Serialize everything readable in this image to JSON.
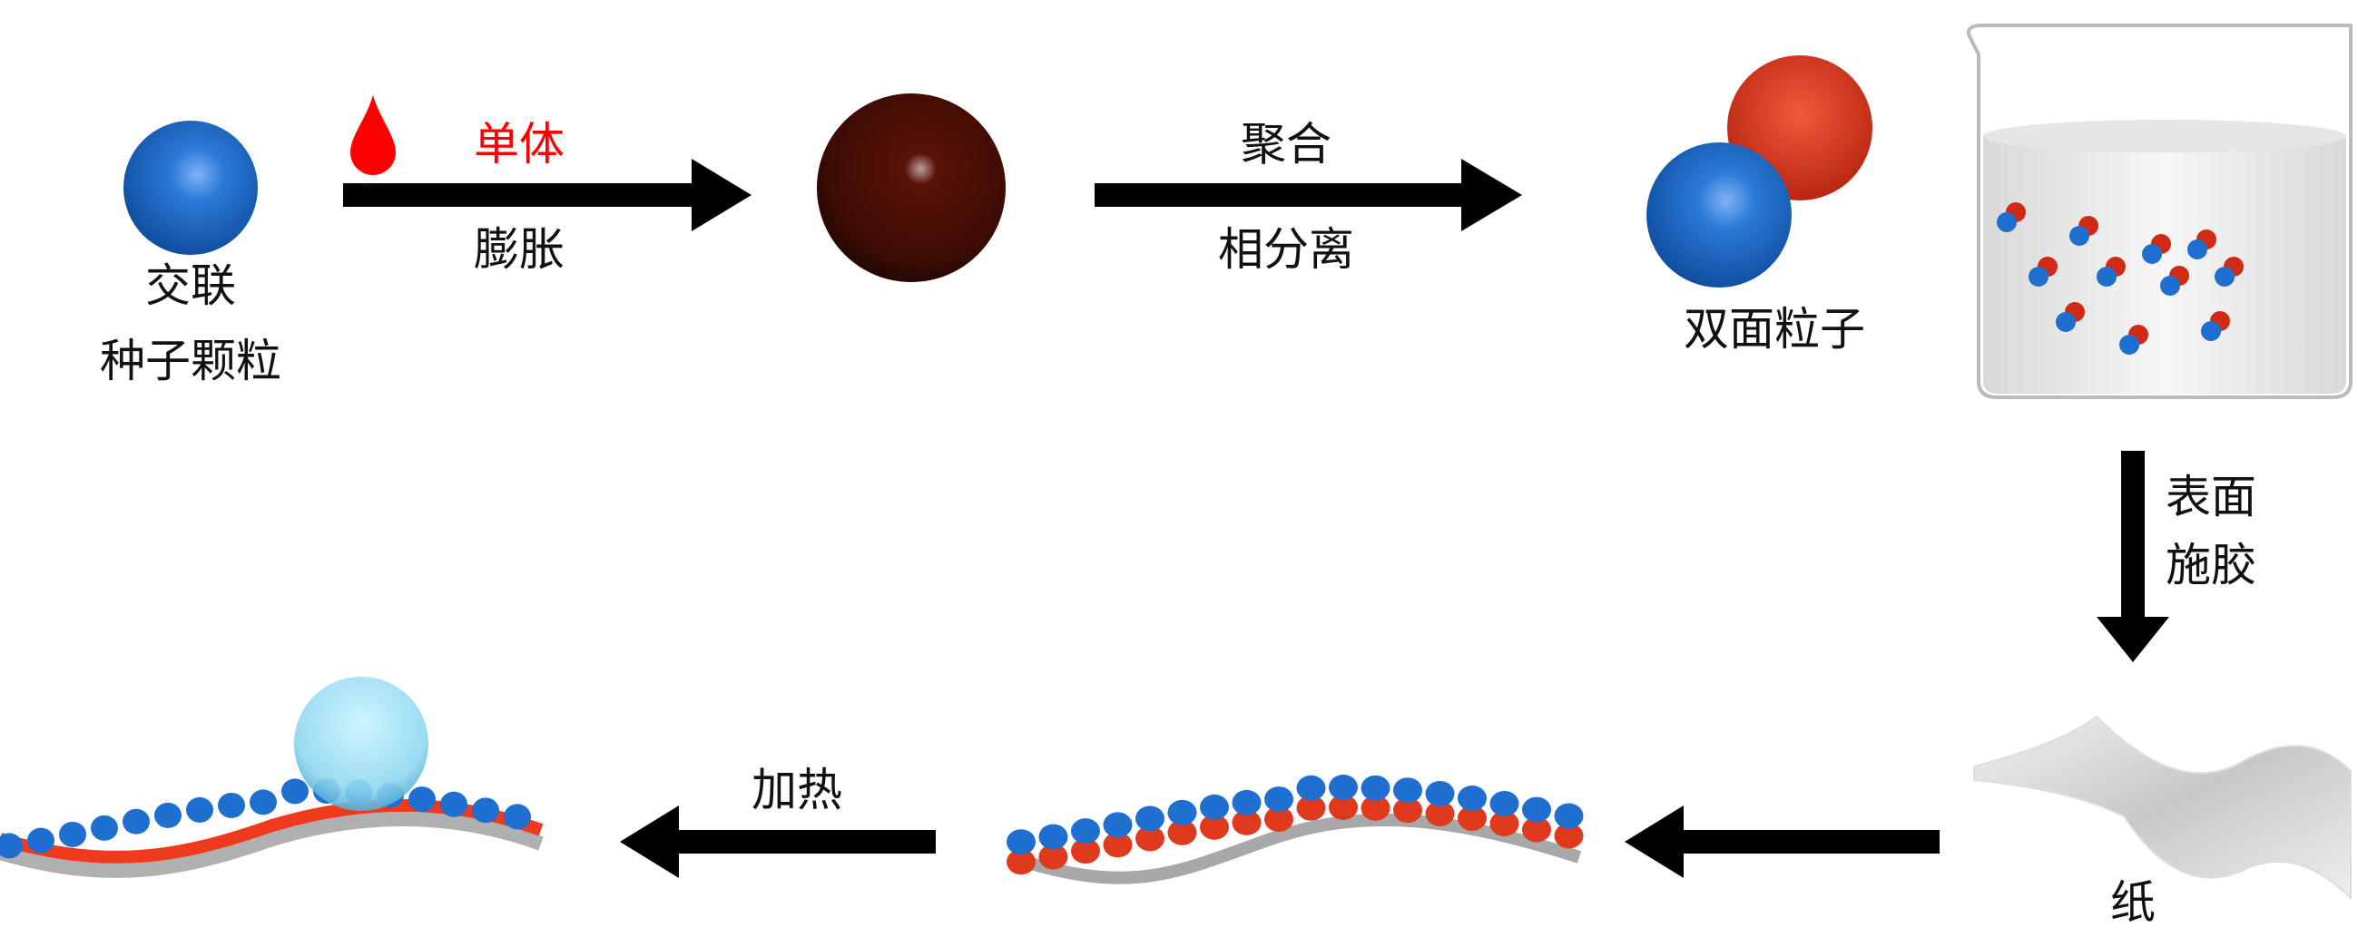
{
  "labels": {
    "seed_line1": "交联",
    "seed_line2": "种子颗粒",
    "monomer": "单体",
    "swelling": "膨胀",
    "polymerization": "聚合",
    "phase_separation": "相分离",
    "janus": "双面粒子",
    "sizing_line1": "表面",
    "sizing_line2": "施胶",
    "paper": "纸",
    "heating": "加热"
  },
  "colors": {
    "blue": "#1e6fd0",
    "red": "#e03a1e",
    "brown": "#4a0e04",
    "monomer_drop": "#ff0000",
    "water_drop": "#8fd8f0"
  }
}
